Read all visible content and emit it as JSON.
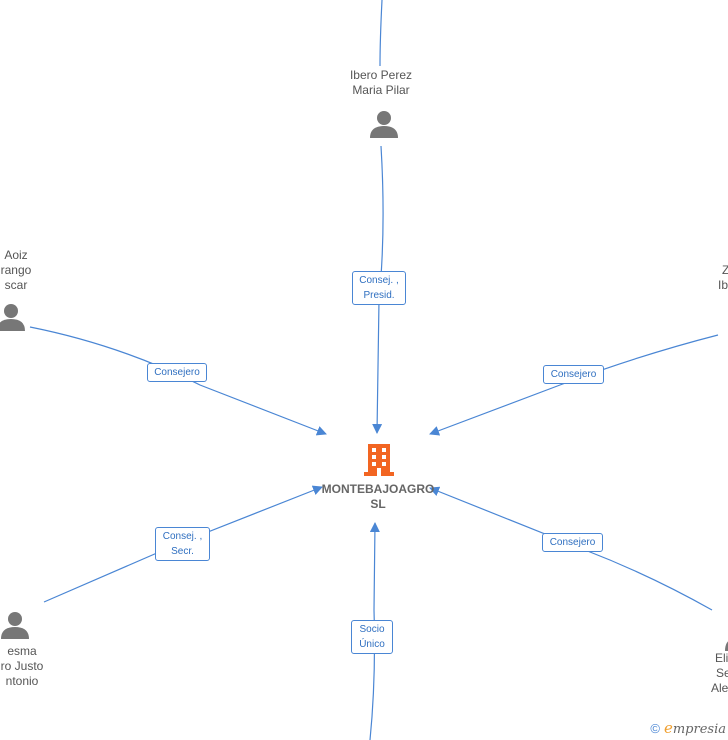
{
  "company": {
    "name_line1": "MONTEBAJOAGRO",
    "name_line2": "SL",
    "color": "#f26522"
  },
  "people": [
    {
      "id": "top",
      "line1": "Ibero Perez",
      "line2": "Maria Pilar",
      "line3": ""
    },
    {
      "id": "left-upper",
      "line1": "Aoiz",
      "line2": "rango",
      "line3": "scar"
    },
    {
      "id": "right-upper",
      "line1": "Z",
      "line2": "Ib",
      "line3": ""
    },
    {
      "id": "left-lower",
      "line1": "esma",
      "line2": "ro Justo",
      "line3": "ntonio"
    },
    {
      "id": "right-lower",
      "line1": "Eli",
      "line2": "Se",
      "line3": "Ale"
    }
  ],
  "edges": [
    {
      "id": "top",
      "line1": "Consej. ,",
      "line2": "Presid."
    },
    {
      "id": "left-upper",
      "line1": "Consejero",
      "line2": ""
    },
    {
      "id": "right-upper",
      "line1": "Consejero",
      "line2": ""
    },
    {
      "id": "left-lower",
      "line1": "Consej. ,",
      "line2": "Secr."
    },
    {
      "id": "right-lower",
      "line1": "Consejero",
      "line2": ""
    },
    {
      "id": "bottom",
      "line1": "Socio",
      "line2": "Único"
    }
  ],
  "colors": {
    "edge": "#4a86d4",
    "person_icon": "#777777"
  },
  "footer": {
    "copyright": "©",
    "brand_initial": "e",
    "brand_rest": "mpresia"
  }
}
